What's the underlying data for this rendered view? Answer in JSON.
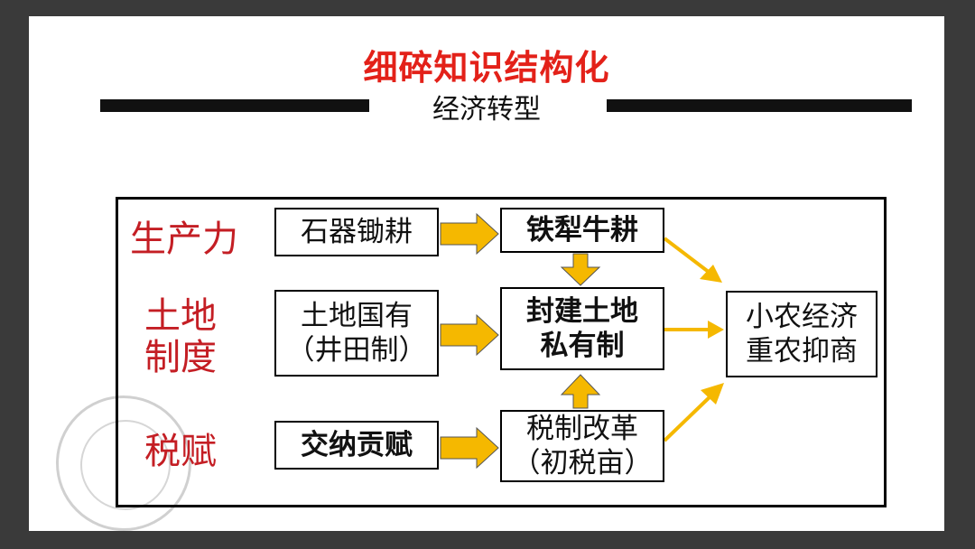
{
  "title": "细碎知识结构化",
  "subtitle": "经济转型",
  "rows": [
    {
      "label": "生产力"
    },
    {
      "label_line1": "土地",
      "label_line2": "制度"
    },
    {
      "label": "税赋"
    }
  ],
  "boxes": {
    "shiqi": "石器锄耕",
    "tieli": "铁犁牛耕",
    "tudi_guoyou_l1": "土地国有",
    "tudi_guoyou_l2": "（井田制）",
    "fengjian_l1": "封建土地",
    "fengjian_l2": "私有制",
    "jiaona": "交纳贡赋",
    "shuizhi_l1": "税制改革",
    "shuizhi_l2": "（初税亩）",
    "xiaonong_l1": "小农经济",
    "xiaonong_l2": "重农抑商"
  },
  "colors": {
    "title": "#e32119",
    "label": "#c41e24",
    "arrow": "#f5b800"
  },
  "icons": {
    "seal": "stamp-icon"
  }
}
